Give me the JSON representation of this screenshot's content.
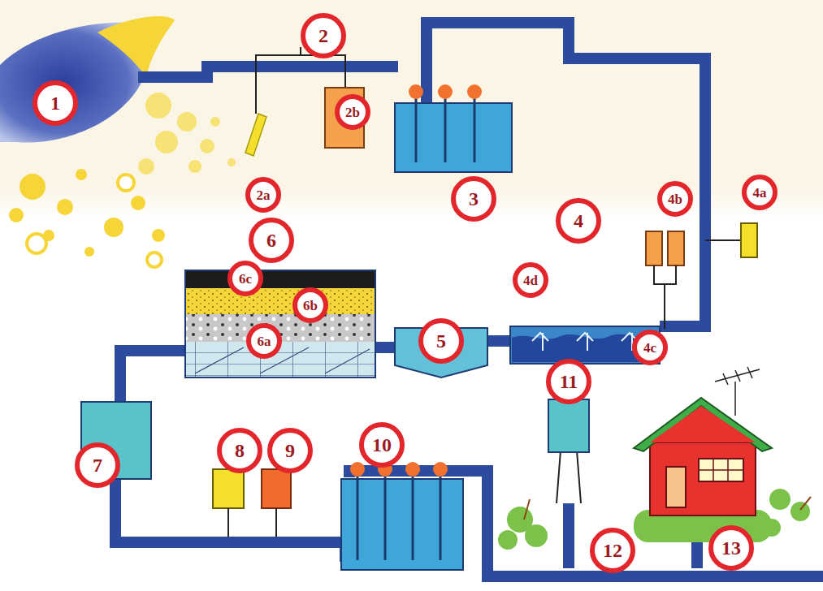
{
  "diagram": {
    "labels": [
      "2",
      "1",
      "2a",
      "2b",
      "3",
      "4b",
      "4a",
      "4",
      "6",
      "4d",
      "6c",
      "6b",
      "5",
      "6a",
      "4c",
      "11",
      "7",
      "8",
      "9",
      "10",
      "12",
      "13"
    ]
  }
}
